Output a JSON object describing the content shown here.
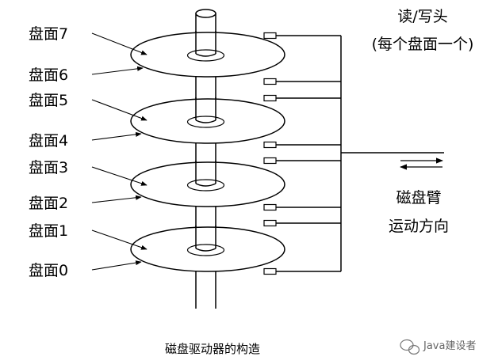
{
  "surface_labels": [
    "盘面7",
    "盘面6",
    "盘面5",
    "盘面4",
    "盘面3",
    "盘面2",
    "盘面1",
    "盘面0"
  ],
  "head_label_line1": "读/写头",
  "head_label_line2": "(每个盘面一个)",
  "arm_label_line1": "磁盘臂",
  "arm_label_line2": "运动方向",
  "caption": "磁盘驱动器的构造",
  "watermark": "Java建设者"
}
